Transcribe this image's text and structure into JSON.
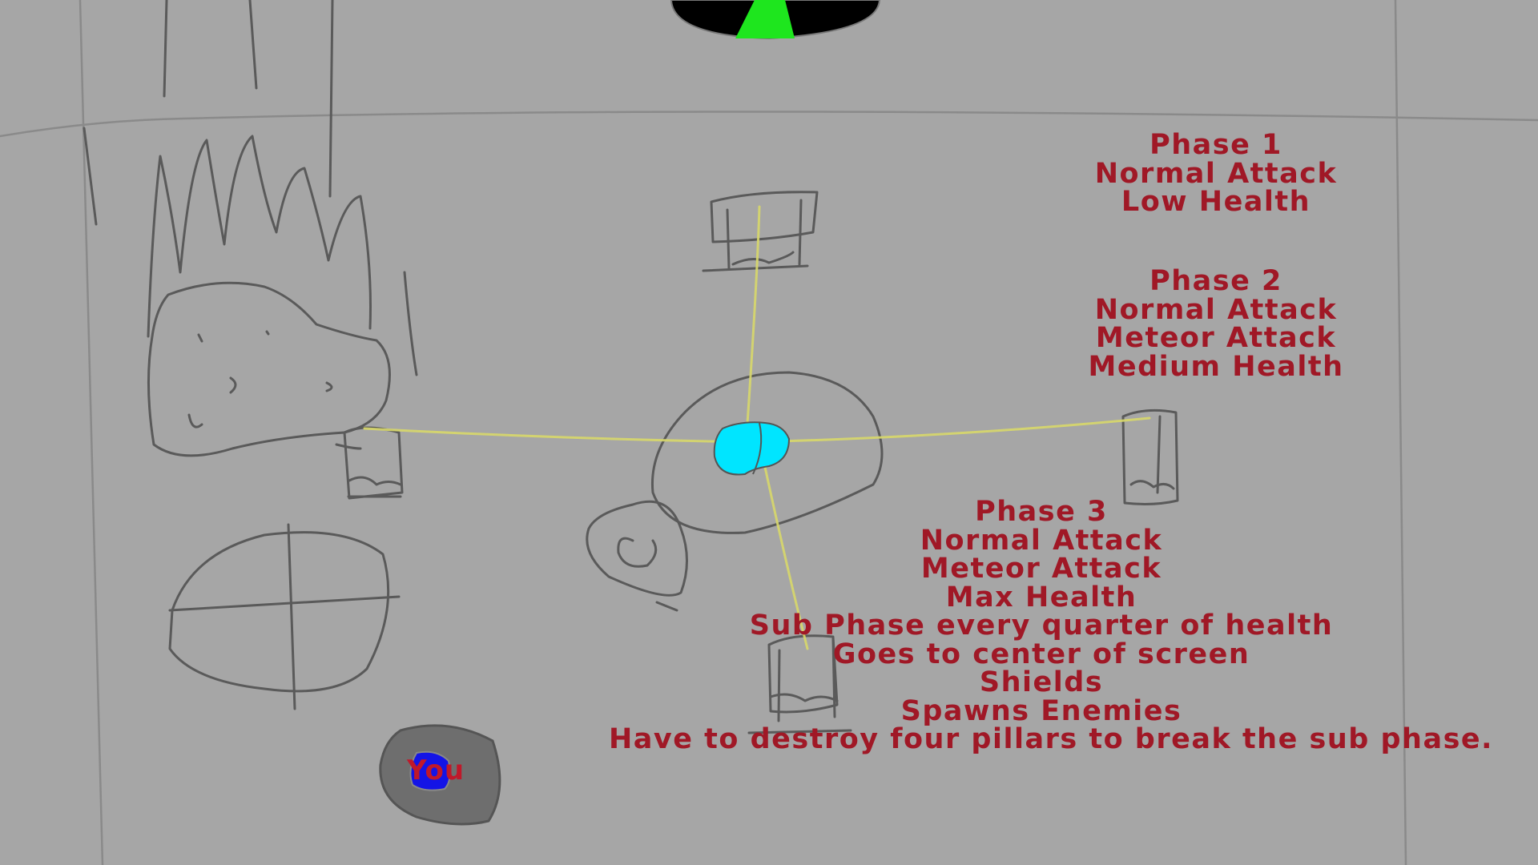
{
  "game": {
    "player_label": "You",
    "colors": {
      "background": "#a6a6a6",
      "annotation_text": "#a01826",
      "boss_core": "#00e5ff",
      "player_core": "#1414e6",
      "player_shell": "#6e6e6e",
      "beam": "#d8d86a",
      "top_hud_green": "#1ee61e"
    },
    "notes": {
      "phase1": {
        "title": "Phase 1",
        "lines": [
          "Normal Attack",
          "Low Health"
        ]
      },
      "phase2": {
        "title": "Phase 2",
        "lines": [
          "Normal Attack",
          "Meteor Attack",
          "Medium Health"
        ]
      },
      "phase3": {
        "title": "Phase 3",
        "lines": [
          "Normal Attack",
          "Meteor Attack",
          "Max Health",
          "Sub Phase every quarter of health",
          "Goes to center of screen",
          "Shields",
          "Spawns Enemies",
          "Have to destroy four pillars to break the sub phase."
        ]
      }
    }
  }
}
